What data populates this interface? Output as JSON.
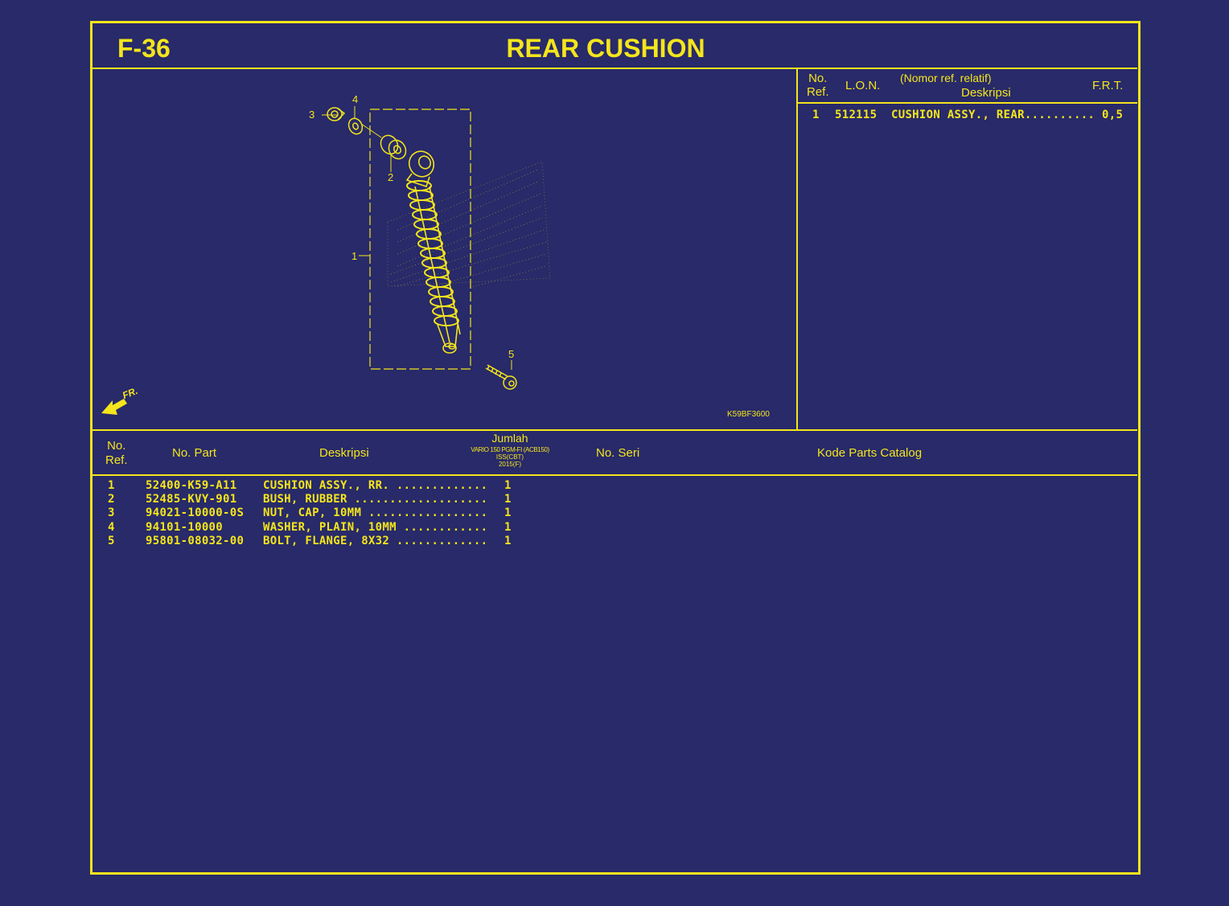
{
  "page": {
    "code": "F-36",
    "title": "REAR CUSHION",
    "diagram_code": "K59BF3600",
    "fr_label": "FR."
  },
  "diagram": {
    "callouts": [
      "1",
      "2",
      "3",
      "4",
      "5"
    ]
  },
  "frt_table": {
    "headers": {
      "no_ref": "No.\nRef.",
      "lon": "L.O.N.",
      "rel_ref": "(Nomor ref. relatif)",
      "desc": "Deskripsi",
      "frt": "F.R.T."
    },
    "rows": [
      {
        "ref": "1",
        "lon": "512115",
        "desc": "CUSHION ASSY., REAR",
        "frt": "0,5"
      }
    ]
  },
  "parts_table": {
    "headers": {
      "no": "No.",
      "ref": "Ref.",
      "part": "No. Part",
      "desc": "Deskripsi",
      "qty": "Jumlah",
      "model1": "VARIO 150 PGM-FI (ACB150)",
      "model2": "ISS(CBT)",
      "model3": "2015(F)",
      "serial": "No. Seri",
      "catalog": "Kode Parts Catalog"
    },
    "rows": [
      {
        "ref": "1",
        "part": "52400-K59-A11",
        "desc": "CUSHION ASSY., RR.",
        "qty": "1"
      },
      {
        "ref": "2",
        "part": "52485-KVY-901",
        "desc": "BUSH, RUBBER",
        "qty": "1"
      },
      {
        "ref": "3",
        "part": "94021-10000-0S",
        "desc": "NUT, CAP, 10MM",
        "qty": "1"
      },
      {
        "ref": "4",
        "part": "94101-10000",
        "desc": "WASHER, PLAIN, 10MM",
        "qty": "1"
      },
      {
        "ref": "5",
        "part": "95801-08032-00",
        "desc": "BOLT, FLANGE, 8X32",
        "qty": "1"
      }
    ]
  },
  "colors": {
    "background": "#282a69",
    "accent": "#f4e51c"
  }
}
